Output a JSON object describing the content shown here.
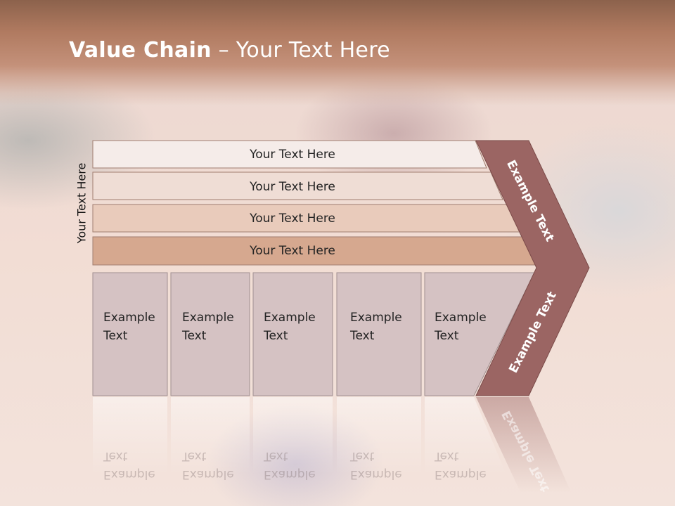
{
  "title": {
    "bold": "Value Chain",
    "rest": " – Your Text Here"
  },
  "side_label": "Your Text Here",
  "bars": [
    {
      "label": "Your Text Here",
      "color": "#f5ece9"
    },
    {
      "label": "Your Text Here",
      "color": "#efddd5"
    },
    {
      "label": "Your Text Here",
      "color": "#e9cbbb"
    },
    {
      "label": "Your Text Here",
      "color": "#d6a88f"
    }
  ],
  "boxes": [
    {
      "line1": "Example",
      "line2": "Text"
    },
    {
      "line1": "Example",
      "line2": "Text"
    },
    {
      "line1": "Example",
      "line2": "Text"
    },
    {
      "line1": "Example",
      "line2": "Text"
    },
    {
      "line1": "Example",
      "line2": "Text"
    }
  ],
  "arrow": {
    "upper": "Example Text",
    "lower": "Example Text",
    "color": "#9b6563"
  },
  "box_color": "#d5c2c3"
}
